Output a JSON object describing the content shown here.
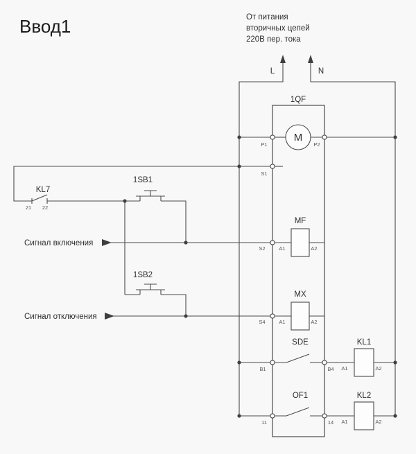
{
  "colors": {
    "background": "#f8f8f8",
    "line": "#4a4a4a",
    "text_primary": "#1c1c1c",
    "text_secondary": "#2e2e2e",
    "terminal_text": "#565656"
  },
  "title": "Ввод1",
  "supply": {
    "caption_line1": "От питания",
    "caption_line2": "вторичных цепей",
    "caption_line3": "220В пер. тока",
    "phase_label": "L",
    "neutral_label": "N"
  },
  "breaker": {
    "label": "1QF",
    "motor": "M",
    "terminals": {
      "p1": "P1",
      "p2": "P2",
      "s1": "S1",
      "s2": "S2",
      "s4": "S4",
      "b1": "B1",
      "b4": "B4",
      "n11": "11",
      "n14": "14"
    },
    "coil_mf": {
      "label": "MF",
      "a1": "A1",
      "a2": "A2"
    },
    "coil_mx": {
      "label": "MX",
      "a1": "A1",
      "a2": "A2"
    },
    "contact_sde": "SDE",
    "contact_of1": "OF1"
  },
  "control": {
    "kl7": {
      "label": "KL7",
      "terminal_21": "21",
      "terminal_22": "22"
    },
    "button_close": "1SB1",
    "button_open": "1SB2",
    "signal_on": "Сигнал включения",
    "signal_off": "Сигнал отключения"
  },
  "relays": {
    "kl1": {
      "label": "KL1",
      "a1": "A1",
      "a2": "A2"
    },
    "kl2": {
      "label": "KL2",
      "a1": "A1",
      "a2": "A2"
    }
  }
}
